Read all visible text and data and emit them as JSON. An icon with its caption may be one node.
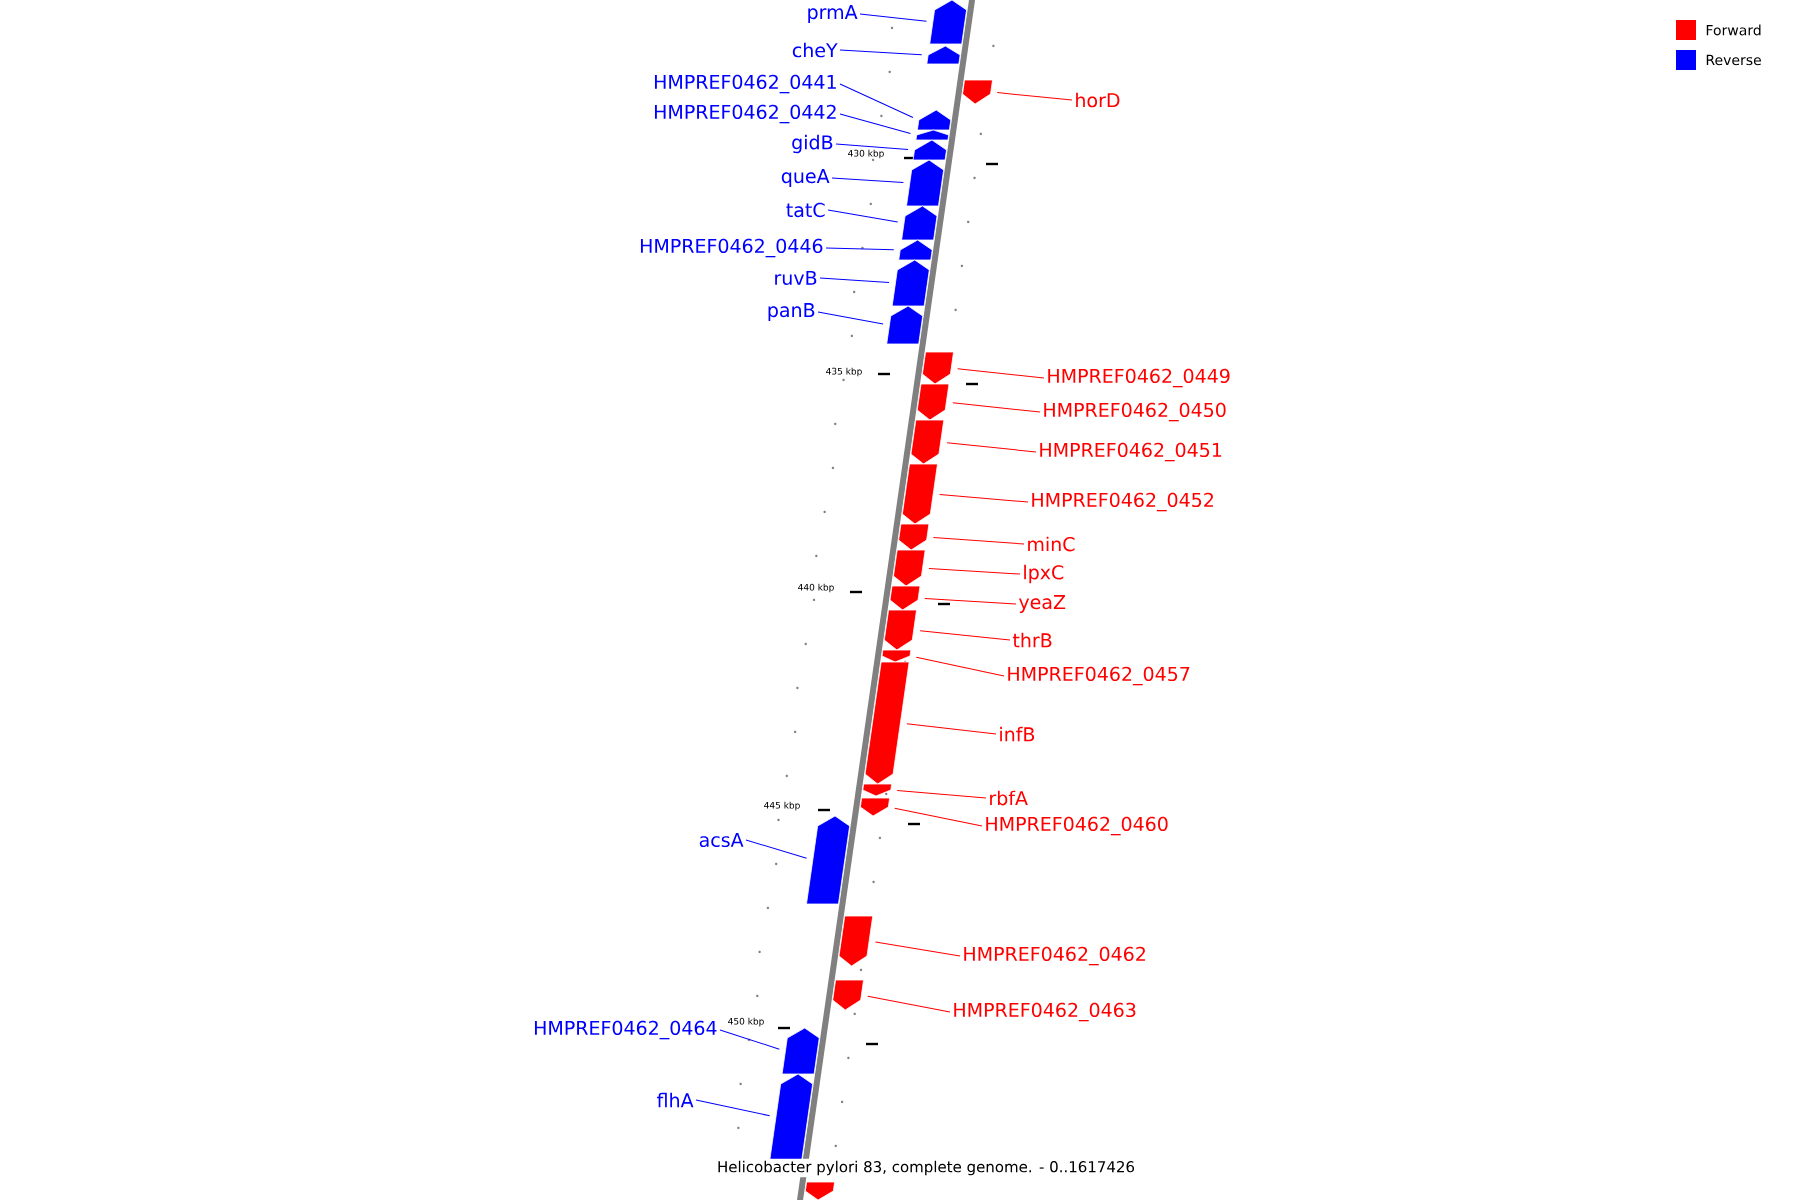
{
  "diagram": {
    "caption": "Helicobacter pylori 83, complete genome. - 0..1617426",
    "nodes": [
      {
        "text": [
          "prmA"
        ]
      },
      {
        "text": [],
        "shape": "pentagon"
      },
      {
        "text": [
          "cheY"
        ]
      },
      {
        "text": [],
        "shape": "pentagon"
      },
      {
        "text": [
          "HMPREF0462_0441"
        ]
      },
      {
        "text": [],
        "shape": "pentagon"
      },
      {
        "text": [
          "horD"
        ]
      },
      {
        "text": [],
        "shape": "pentagon"
      },
      {
        "text": [
          "HMPREF0462_0442"
        ]
      },
      {
        "text": [],
        "shape": "pentagon"
      },
      {
        "text": [
          "gidB"
        ]
      },
      {
        "text": [],
        "shape": "pentagon"
      },
      {
        "text": [
          "queA"
        ]
      },
      {
        "text": [],
        "shape": "pentagon"
      },
      {
        "text": [
          "tatC"
        ]
      },
      {
        "text": [],
        "shape": "pentagon"
      },
      {
        "text": [
          "HMPREF0462_0446"
        ]
      },
      {
        "text": [],
        "shape": "pentagon"
      },
      {
        "text": [
          "ruvB"
        ]
      },
      {
        "text": [],
        "shape": "pentagon"
      },
      {
        "text": [
          "panB"
        ]
      },
      {
        "text": [],
        "shape": "pentagon"
      },
      {
        "text": [
          "HMPREF0462_0449"
        ]
      },
      {
        "text": [],
        "shape": "pentagon"
      },
      {
        "text": [
          "HMPREF0462_0450"
        ]
      },
      {
        "text": [],
        "shape": "pentagon"
      },
      {
        "text": [
          "HMPREF0462_0451"
        ]
      },
      {
        "text": [],
        "shape": "pentagon"
      },
      {
        "text": [
          "HMPREF0462_0452"
        ]
      },
      {
        "text": [],
        "shape": "pentagon"
      },
      {
        "text": [
          "minC"
        ]
      },
      {
        "text": [],
        "shape": "pentagon"
      },
      {
        "text": [
          "lpxC"
        ]
      },
      {
        "text": [],
        "shape": "pentagon"
      },
      {
        "text": [
          "yeaZ"
        ]
      },
      {
        "text": [],
        "shape": "pentagon"
      },
      {
        "text": [
          "thrB"
        ]
      },
      {
        "text": [],
        "shape": "pentagon"
      },
      {
        "text": [
          "HMPREF0462_0457"
        ]
      },
      {
        "text": [],
        "shape": "pentagon"
      },
      {
        "text": [
          "infB"
        ]
      },
      {
        "text": [],
        "shape": "pentagon"
      },
      {
        "text": [
          "rbfA"
        ]
      },
      {
        "text": [],
        "shape": "pentagon"
      },
      {
        "text": [
          "HMPREF0462_0460"
        ]
      },
      {
        "text": [],
        "shape": "pentagon"
      },
      {
        "text": [
          "acsA"
        ]
      },
      {
        "text": [],
        "shape": "pentagon"
      },
      {
        "text": [
          "HMPREF0462_0462"
        ]
      },
      {
        "text": [],
        "shape": "pentagon"
      },
      {
        "text": [
          "HMPREF0462_0463"
        ]
      },
      {
        "text": [],
        "shape": "pentagon"
      },
      {
        "text": [
          "HMPREF0462_0464"
        ]
      },
      {
        "text": [],
        "shape": "pentagon"
      },
      {
        "text": [
          "flhA"
        ]
      },
      {
        "text": [],
        "shape": "pentagon"
      },
      {
        "text": [],
        "shape": "pentagon"
      }
    ],
    "edges": [
      {
        "from": 0,
        "to": 1,
        "arrow": "none",
        "color": "#0000ff"
      },
      {
        "from": 2,
        "to": 3,
        "arrow": "none",
        "color": "#0000ff"
      },
      {
        "from": 4,
        "to": 5,
        "arrow": "none",
        "color": "#0000ff"
      },
      {
        "from": 6,
        "to": 7,
        "arrow": "none"
      },
      {
        "from": 8,
        "to": 9,
        "arrow": "none",
        "color": "#0000ff"
      },
      {
        "from": 10,
        "to": 11,
        "arrow": "none",
        "color": "#0000ff"
      },
      {
        "from": 12,
        "to": 13,
        "arrow": "none",
        "color": "#0000ff"
      },
      {
        "from": 14,
        "to": 15,
        "arrow": "none",
        "color": "#0000ff"
      },
      {
        "from": 16,
        "to": 17,
        "arrow": "none",
        "color": "#0000ff"
      },
      {
        "from": 18,
        "to": 19,
        "arrow": "none",
        "color": "#0000ff"
      },
      {
        "from": 20,
        "to": 21,
        "arrow": "none",
        "color": "#0000ff"
      },
      {
        "from": 22,
        "to": 23,
        "arrow": "none"
      },
      {
        "from": 24,
        "to": 25,
        "arrow": "none"
      },
      {
        "from": 26,
        "to": 27,
        "arrow": "none"
      },
      {
        "from": 28,
        "to": 29,
        "arrow": "none"
      },
      {
        "from": 30,
        "to": 31,
        "arrow": "none"
      },
      {
        "from": 32,
        "to": 33,
        "arrow": "none"
      },
      {
        "from": 34,
        "to": 35,
        "arrow": "none"
      },
      {
        "from": 36,
        "to": 37,
        "arrow": "none"
      },
      {
        "from": 38,
        "to": 39,
        "arrow": "none"
      },
      {
        "from": 40,
        "to": 41,
        "arrow": "none"
      },
      {
        "from": 42,
        "to": 43,
        "arrow": "none"
      },
      {
        "from": 44,
        "to": 45,
        "arrow": "none"
      },
      {
        "from": 46,
        "to": 47,
        "arrow": "none",
        "color": "#0000ff"
      },
      {
        "from": 48,
        "to": 49,
        "arrow": "none"
      },
      {
        "from": 50,
        "to": 51,
        "arrow": "none"
      },
      {
        "from": 52,
        "to": 53,
        "arrow": "none",
        "color": "#0000ff"
      },
      {
        "from": 54,
        "to": 55,
        "arrow": "none",
        "color": "#0000ff"
      }
    ],
    "labels": [
      "430 kbp",
      "435 kbp",
      "440 kbp",
      "445 kbp",
      "450 kbp"
    ],
    "legend": [
      {
        "text": "Forward",
        "color": "#ff0000"
      },
      {
        "text": "Reverse",
        "color": "#0000ff"
      }
    ]
  }
}
